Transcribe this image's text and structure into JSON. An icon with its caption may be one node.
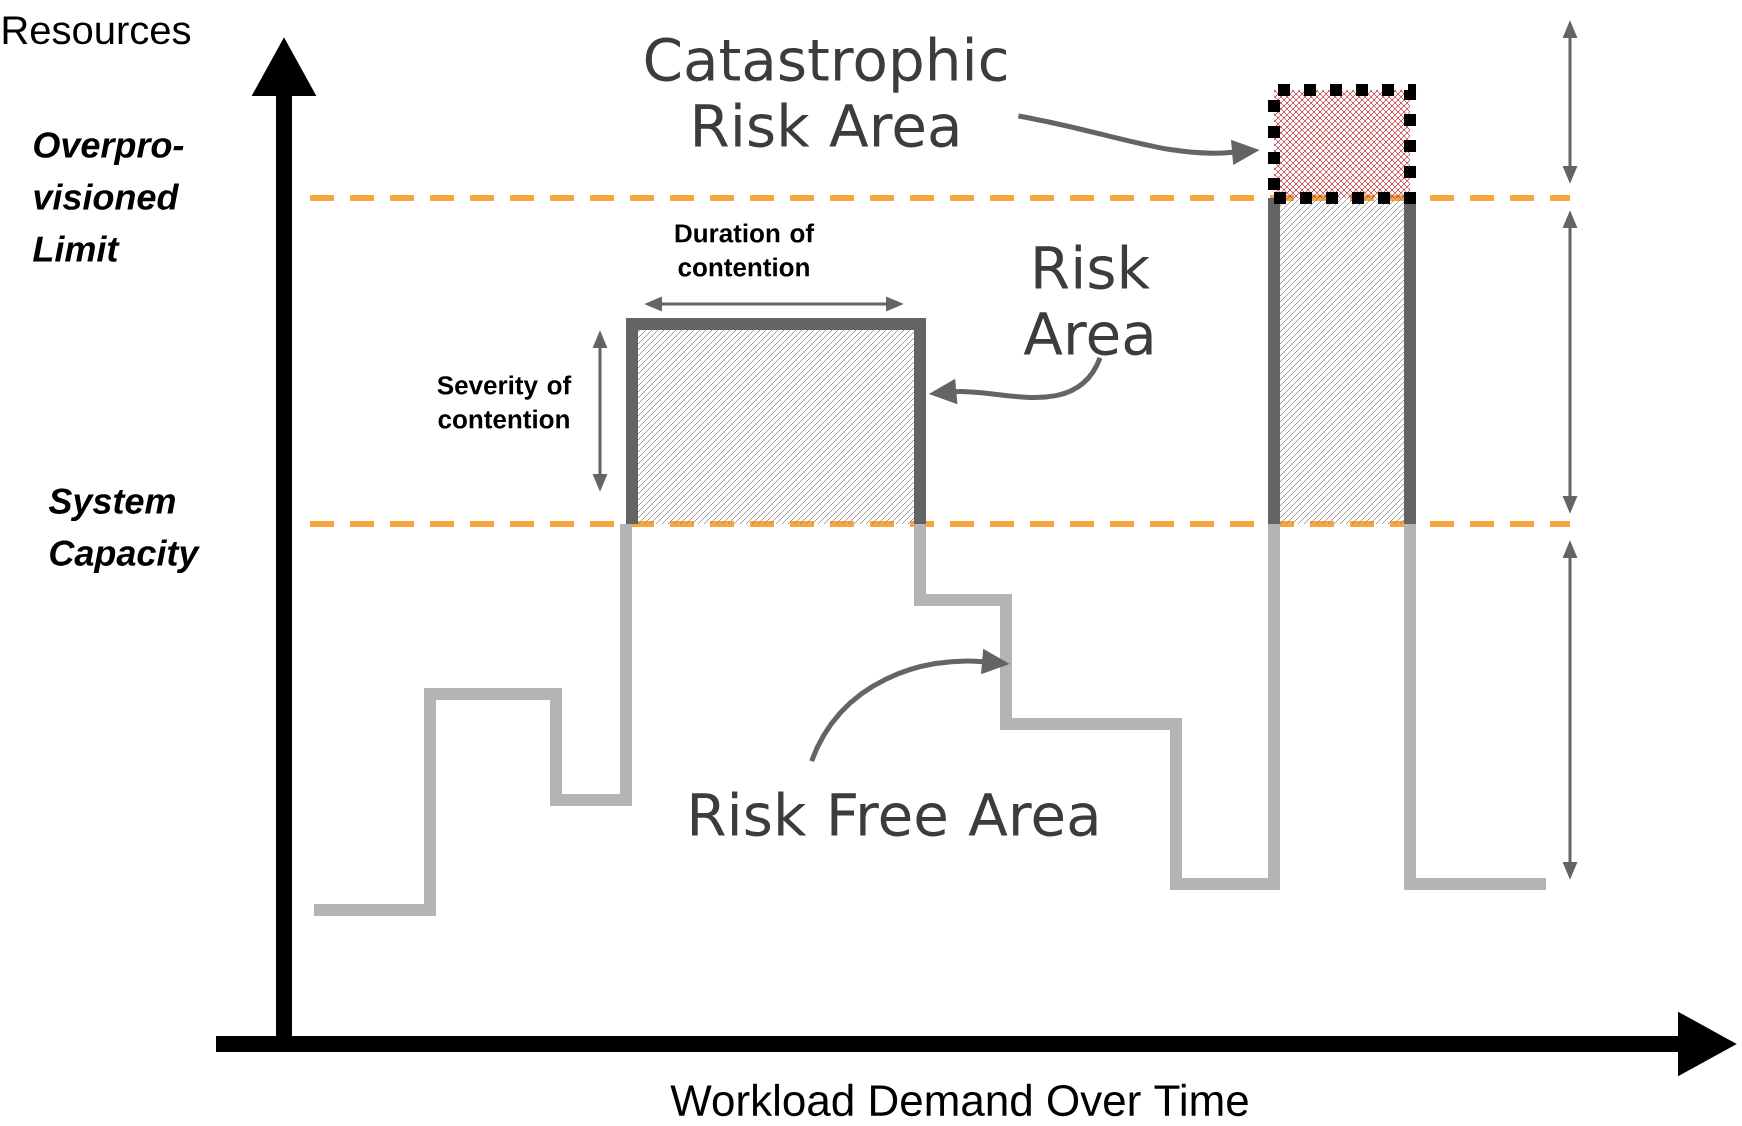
{
  "diagram": {
    "nodes": [
      {
        "text": [
          "Catastrophic Risk Area"
        ]
      },
      {
        "text": [],
        "shape": "box"
      },
      {
        "text": [
          "Risk Area"
        ]
      },
      {
        "text": [],
        "shape": "box"
      },
      {
        "text": [
          "Risk Free Area"
        ]
      }
    ],
    "edges": [
      {
        "from": 0,
        "to": 1,
        "arrow": "to"
      },
      {
        "from": 2,
        "to": 3,
        "arrow": "to"
      },
      {
        "from": 4,
        "to": null,
        "arrow": "to"
      }
    ],
    "labels": [
      "Resources",
      "Overpro-visioned Limit",
      "System Capacity",
      "Duration of contention",
      "Severity of contention",
      "Workload Demand Over Time"
    ]
  }
}
